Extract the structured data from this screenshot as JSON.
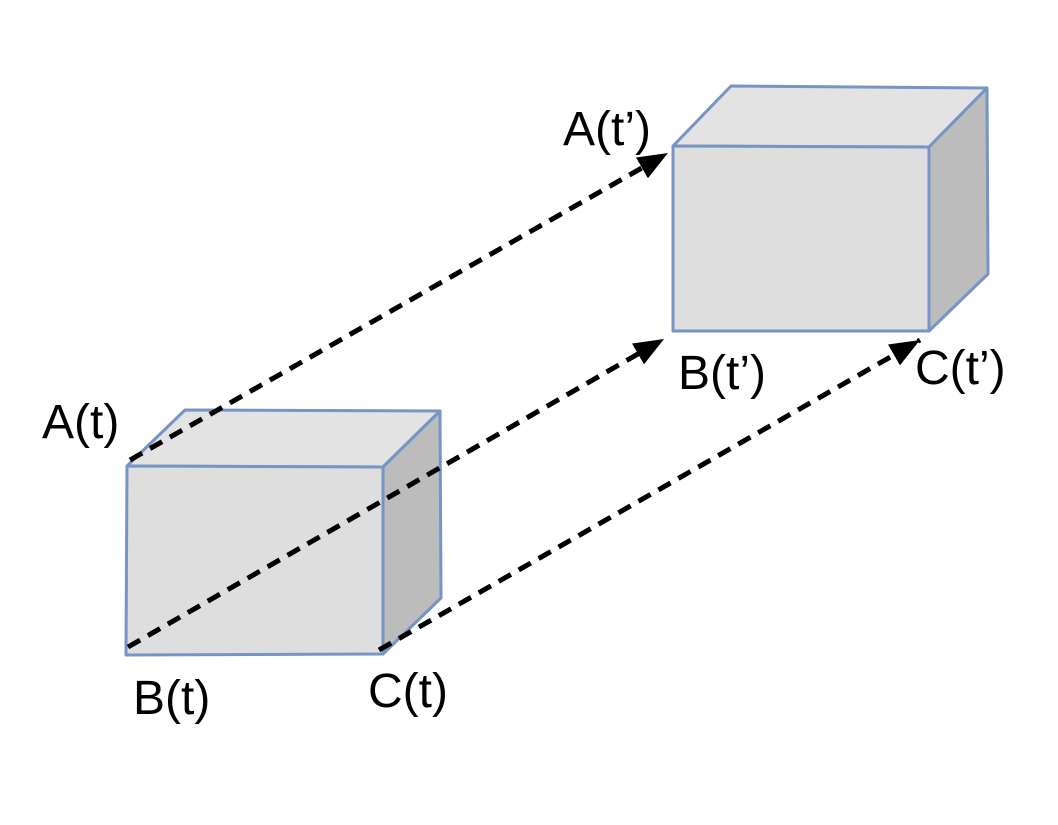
{
  "diagram": {
    "description_visible_text_only": "",
    "labels": [
      {
        "id": "a-t",
        "text": "A(t)"
      },
      {
        "id": "b-t",
        "text": "B(t)"
      },
      {
        "id": "c-t",
        "text": "C(t)"
      },
      {
        "id": "a-t-prime",
        "text": "A(t’)"
      },
      {
        "id": "b-t-prime",
        "text": "B(t’)"
      },
      {
        "id": "c-t-prime",
        "text": "C(t’)"
      }
    ],
    "colors": {
      "background": "#FFFFFF",
      "box_border": "#7694C4",
      "face_front": "#DEDEDE",
      "face_top": "#E3E3E3",
      "face_side": "#BCBCBC",
      "arrow": "#000000",
      "label_text": "#000000"
    },
    "arrows": [
      {
        "id": "arrow-a",
        "from_label": "A(t)",
        "to_label": "A(t’)",
        "style": "dashed"
      },
      {
        "id": "arrow-b",
        "from_label": "B(t)",
        "to_label": "B(t’)",
        "style": "dashed"
      },
      {
        "id": "arrow-c",
        "from_label": "C(t)",
        "to_label": "C(t’)",
        "style": "dashed"
      }
    ]
  }
}
